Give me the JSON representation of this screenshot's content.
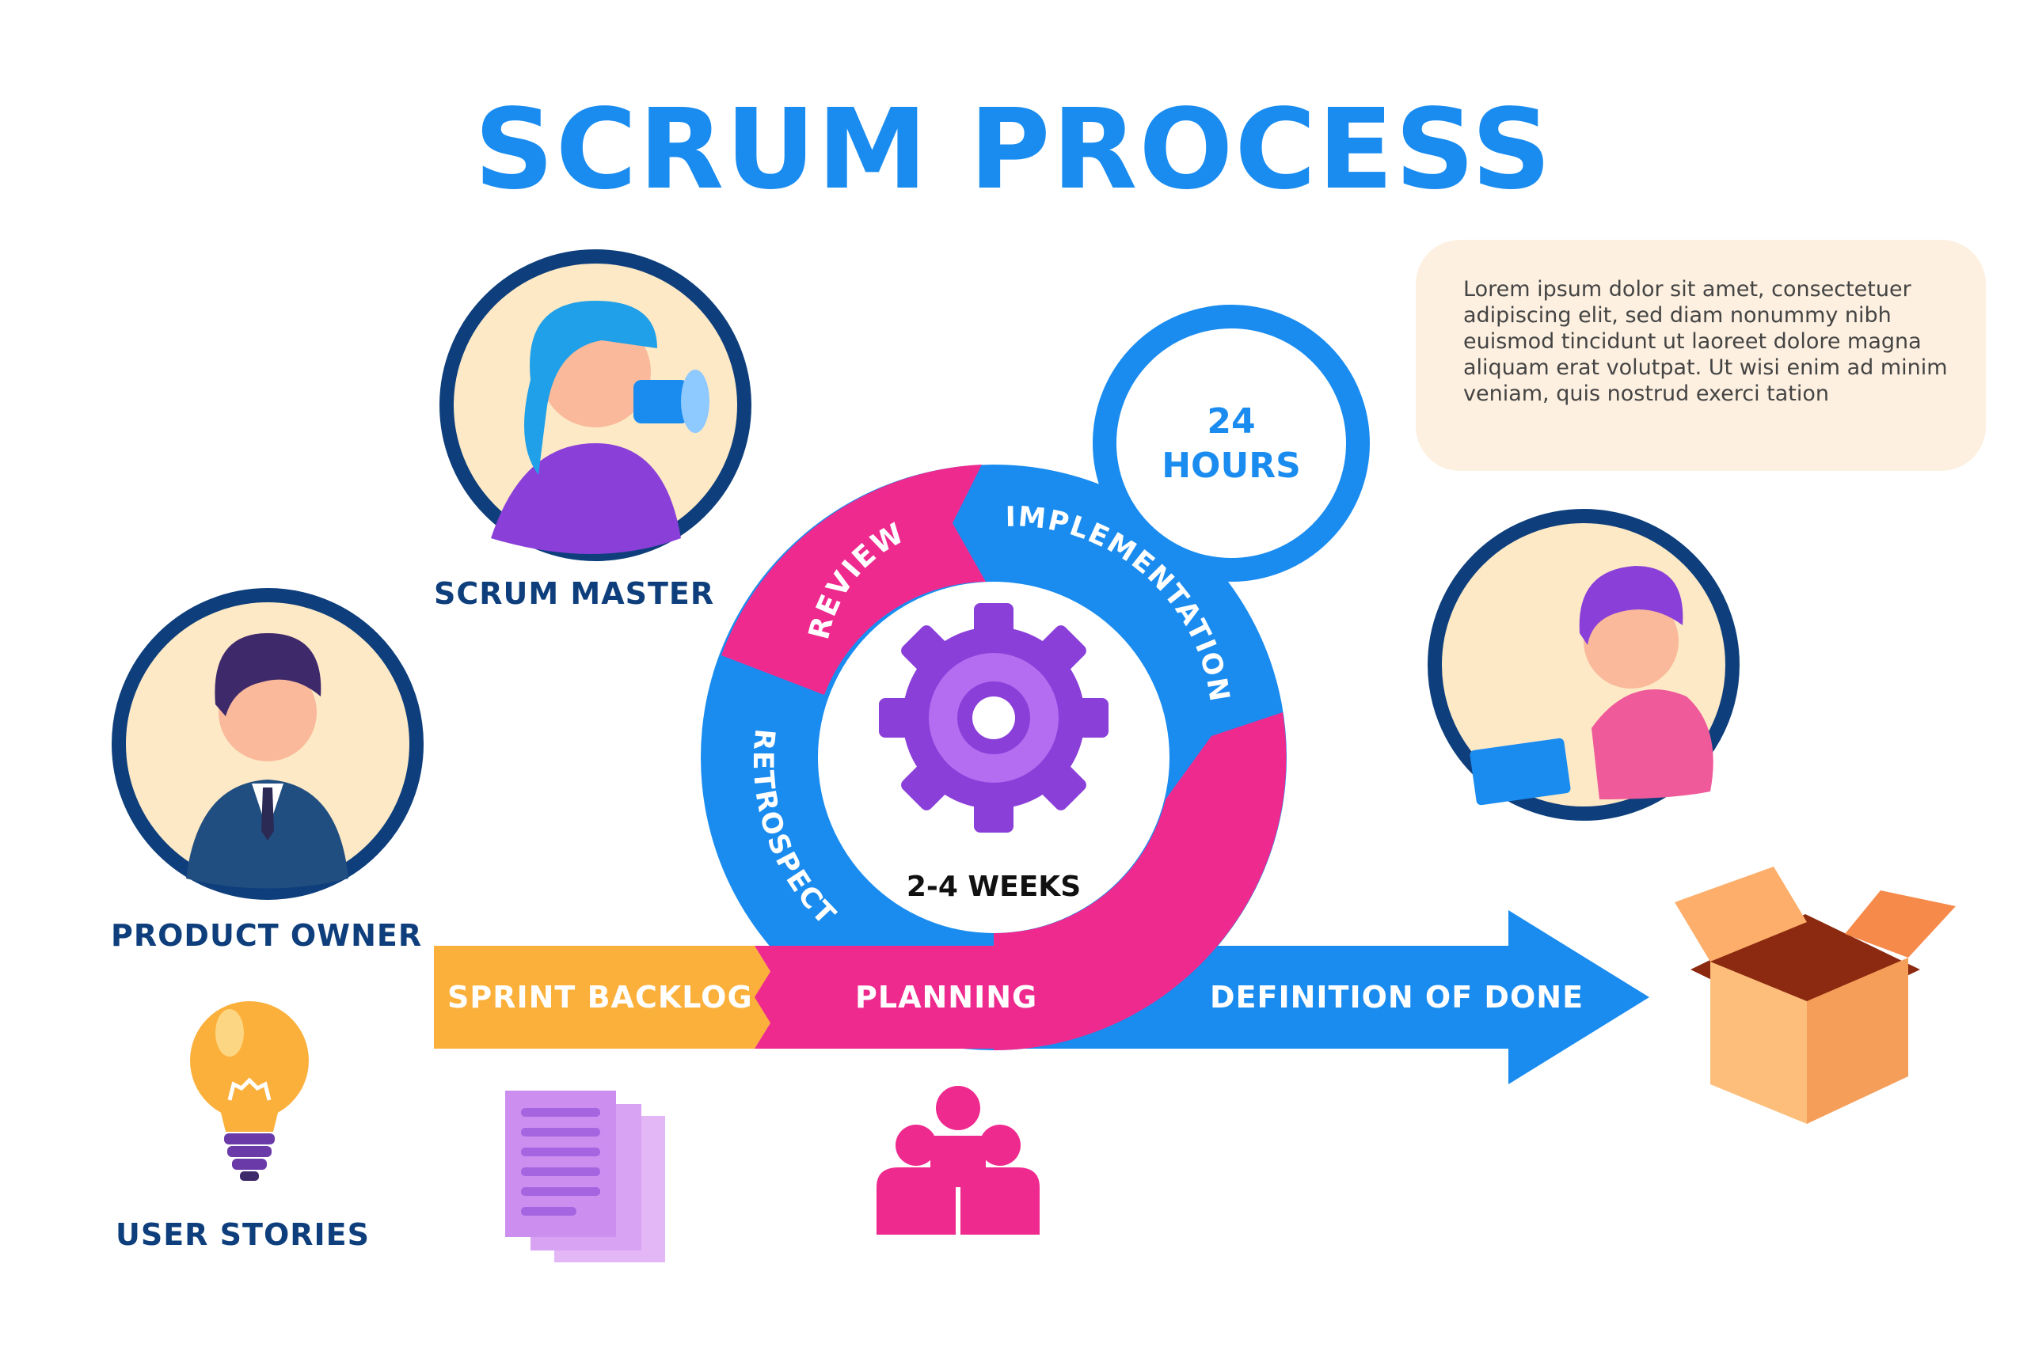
{
  "title": "SCRUM PROCESS",
  "roles": {
    "scrum_master": "SCRUM MASTER",
    "product_owner": "PRODUCT OWNER",
    "user_stories": "USER STORIES"
  },
  "cycle": {
    "review": "REVIEW",
    "implementation": "IMPLEMENTATION",
    "retrospect": "RETROSPECT",
    "duration": "2-4 WEEKS",
    "daily_line1": "24",
    "daily_line2": "HOURS"
  },
  "flow": {
    "sprint_backlog": "SPRINT BACKLOG",
    "planning": "PLANNING",
    "definition_of_done": "DEFINITION OF DONE"
  },
  "info_text": "Lorem ipsum dolor sit amet, consectetuer adipiscing elit, sed diam nonummy nibh euismod tincidunt ut laoreet dolore magna aliquam erat volutpat. Ut wisi enim ad minim veniam, quis nostrud exerci tation",
  "colors": {
    "blue": "#1a8cf0",
    "navy": "#0e3f7c",
    "pink": "#ee2a8e",
    "orange": "#fbb03b",
    "purple": "#8a3fd9",
    "cream": "#fde9c6"
  }
}
